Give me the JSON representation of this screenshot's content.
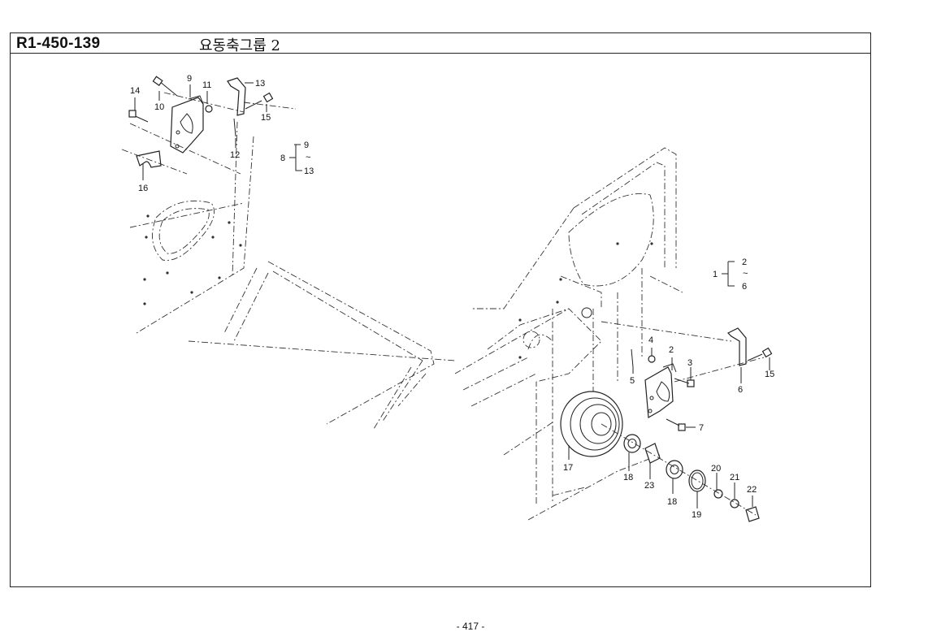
{
  "header": {
    "code": "R1-450-139",
    "title": "요동축그룹 2"
  },
  "footer": {
    "page_number": "- 417 -"
  },
  "callouts": [
    {
      "id": "p14",
      "label": "14"
    },
    {
      "id": "p10",
      "label": "10"
    },
    {
      "id": "p9",
      "label": "9"
    },
    {
      "id": "p11",
      "label": "11"
    },
    {
      "id": "p13a",
      "label": "13"
    },
    {
      "id": "p15a",
      "label": "15"
    },
    {
      "id": "p12",
      "label": "12"
    },
    {
      "id": "p16",
      "label": "16"
    },
    {
      "id": "p4",
      "label": "4"
    },
    {
      "id": "p2",
      "label": "2"
    },
    {
      "id": "p3",
      "label": "3"
    },
    {
      "id": "p5",
      "label": "5"
    },
    {
      "id": "p6",
      "label": "6"
    },
    {
      "id": "p15b",
      "label": "15"
    },
    {
      "id": "p7",
      "label": "7"
    },
    {
      "id": "p17",
      "label": "17"
    },
    {
      "id": "p18a",
      "label": "18"
    },
    {
      "id": "p23",
      "label": "23"
    },
    {
      "id": "p18b",
      "label": "18"
    },
    {
      "id": "p19",
      "label": "19"
    },
    {
      "id": "p20",
      "label": "20"
    },
    {
      "id": "p21",
      "label": "21"
    },
    {
      "id": "p22",
      "label": "22"
    }
  ],
  "groups": [
    {
      "id": "g8",
      "parent": "8",
      "from": "9",
      "tilde": "~",
      "to": "13"
    },
    {
      "id": "g1",
      "parent": "1",
      "from": "2",
      "tilde": "~",
      "to": "6"
    }
  ]
}
